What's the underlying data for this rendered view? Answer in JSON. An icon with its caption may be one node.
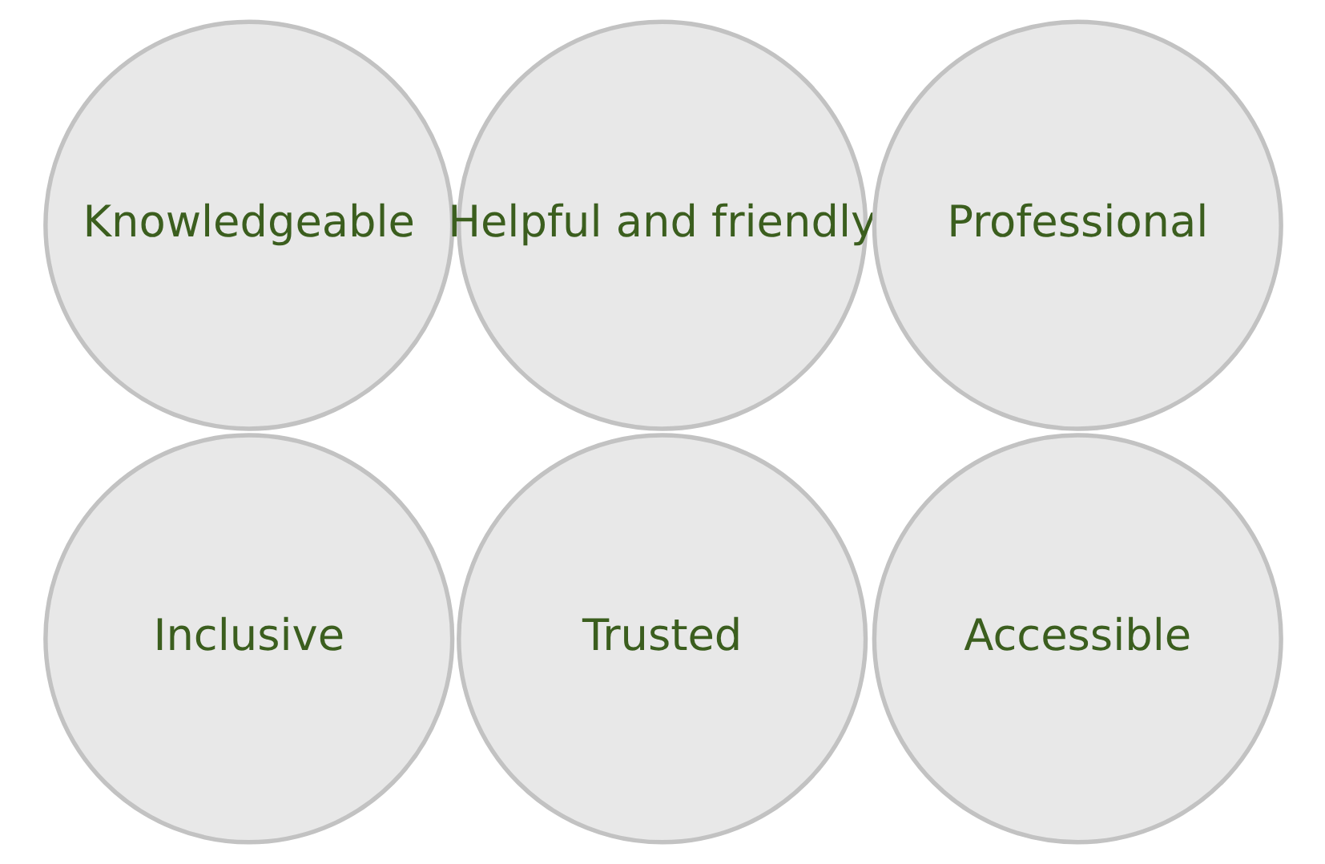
{
  "diagram": {
    "nodes": [
      {
        "text": [
          "Knowledgeable"
        ]
      },
      {
        "text": [
          "Helpful and friendly"
        ]
      },
      {
        "text": [
          "Professional"
        ]
      },
      {
        "text": [
          "Inclusive"
        ]
      },
      {
        "text": [
          "Trusted"
        ]
      },
      {
        "text": [
          "Accessible"
        ]
      }
    ],
    "edges": []
  }
}
